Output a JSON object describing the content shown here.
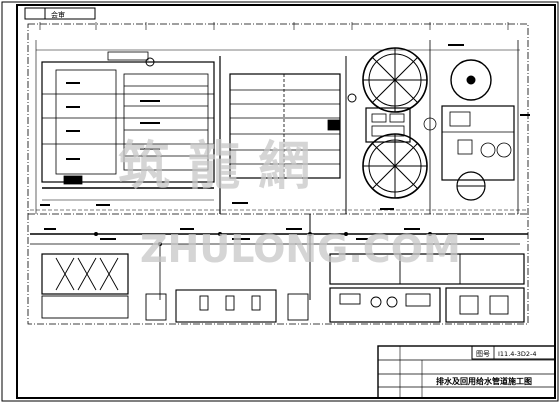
{
  "corner_tag": "会审",
  "title_block": {
    "sheet_label": "图号",
    "sheet_no": "I11.4-3D2-4",
    "title": "排水及回用给水管道施工图"
  },
  "watermark": {
    "chinese": "筑 龍 網",
    "latin": "ZHULONG.COM"
  },
  "colors": {
    "line": "#000000",
    "background": "#ffffff",
    "watermark": "#c8c8c8"
  }
}
